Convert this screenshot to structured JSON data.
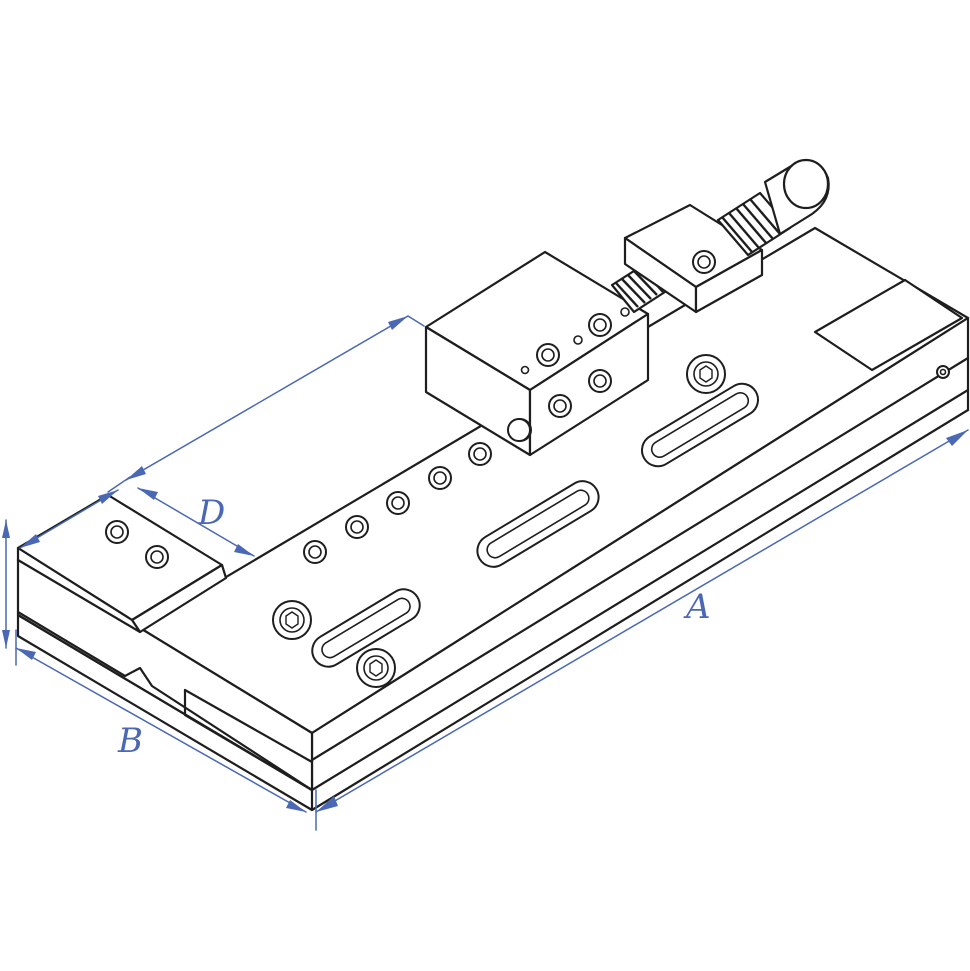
{
  "dimension_labels": {
    "length": "A",
    "width": "B",
    "jaw_depth": "D"
  },
  "colors": {
    "line": "#1e1e1e",
    "dimension": "#4a68b4",
    "background": "#ffffff"
  }
}
